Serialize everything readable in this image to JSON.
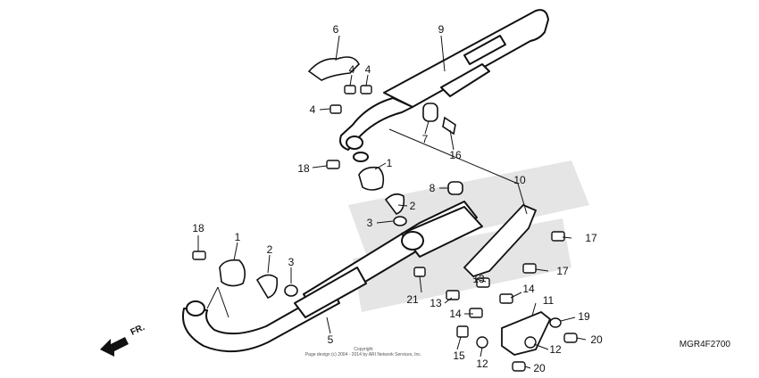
{
  "diagram": {
    "callouts": [
      {
        "label": "6"
      },
      {
        "label": "9"
      },
      {
        "label": "4"
      },
      {
        "label": "4"
      },
      {
        "label": "4"
      },
      {
        "label": "7"
      },
      {
        "label": "16"
      },
      {
        "label": "18"
      },
      {
        "label": "1"
      },
      {
        "label": "8"
      },
      {
        "label": "2"
      },
      {
        "label": "3"
      },
      {
        "label": "10"
      },
      {
        "label": "17"
      },
      {
        "label": "17"
      },
      {
        "label": "18"
      },
      {
        "label": "1"
      },
      {
        "label": "2"
      },
      {
        "label": "3"
      },
      {
        "label": "13"
      },
      {
        "label": "21"
      },
      {
        "label": "13"
      },
      {
        "label": "14"
      },
      {
        "label": "14"
      },
      {
        "label": "11"
      },
      {
        "label": "19"
      },
      {
        "label": "5"
      },
      {
        "label": "15"
      },
      {
        "label": "12"
      },
      {
        "label": "12"
      },
      {
        "label": "20"
      },
      {
        "label": "20"
      }
    ],
    "direction_label": "FR.",
    "diagram_code": "MGR4F2700",
    "copyright_line1": "Copyright",
    "copyright_line2": "Page design (c) 2004 - 2014 by ARI Network Services, Inc."
  }
}
